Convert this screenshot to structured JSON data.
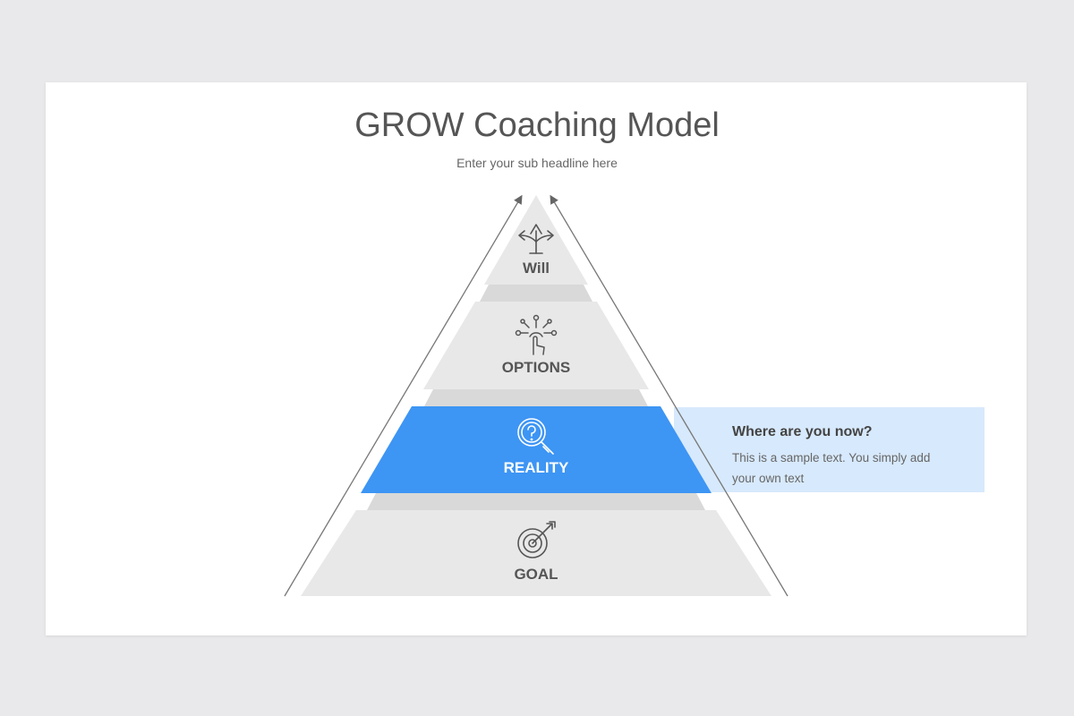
{
  "title": "GROW Coaching Model",
  "subtitle": "Enter your sub headline here",
  "levels": [
    {
      "label": "Will",
      "icon": "crossroads-arrows-icon"
    },
    {
      "label": "OPTIONS",
      "icon": "touch-network-icon"
    },
    {
      "label": "REALITY",
      "icon": "magnifier-question-icon"
    },
    {
      "label": "GOAL",
      "icon": "target-arrow-icon"
    }
  ],
  "info": {
    "title": "Where are you now?",
    "text": "This is a sample text. You simply add your own text"
  },
  "colors": {
    "background": "#e9e8ea",
    "slide": "#ffffff",
    "level_fill": "#e8e8e8",
    "gap_fill": "#d9d9d9",
    "active_fill": "#3d95f4",
    "info_fill": "#d7e9fc",
    "text": "#555555"
  }
}
